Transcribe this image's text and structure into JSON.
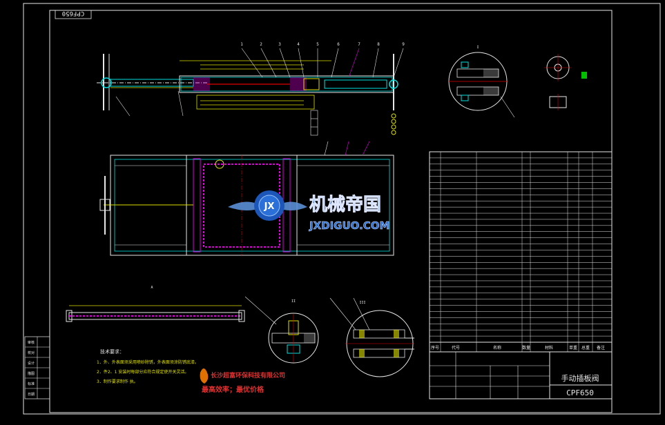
{
  "drawing": {
    "code_stamp": "CPF650",
    "title": "手动插板阀",
    "model": "CPF650",
    "tech_req_title": "技术要求：",
    "tech_req": [
      "1．外、外表面须采用喷砂除锈，外表面须涂防锈底漆。",
      "2．件2、1 安装时每部分应符合规定使开关灵活。",
      "3．制作要求制作 执。"
    ],
    "balloons": [
      "1",
      "2",
      "3",
      "4",
      "5",
      "6",
      "7",
      "8",
      "9"
    ],
    "bom_header": [
      "序号",
      "代号",
      "名称",
      "数量",
      "材料",
      "单重",
      "总重",
      "备注"
    ],
    "view_labels": [
      "I",
      "II",
      "III",
      "A"
    ],
    "left_tag_labels": [
      "审核",
      "校对",
      "设计",
      "描图",
      "标准",
      "日期"
    ]
  },
  "watermark": {
    "brand_cn": "机械帝国",
    "brand_url": "JXDIGUO.COM",
    "logo_letters": "JX",
    "company": "长沙超富环保科技有限公司",
    "slogan": "最高效率；最优价格"
  },
  "colors": {
    "background": "#000000",
    "frame": "#e8e8e8",
    "cyan": "#00e0e0",
    "magenta": "#d000d0",
    "yellow": "#e0e000",
    "red": "#e00000",
    "blue_wm": "#2a6fd6"
  }
}
